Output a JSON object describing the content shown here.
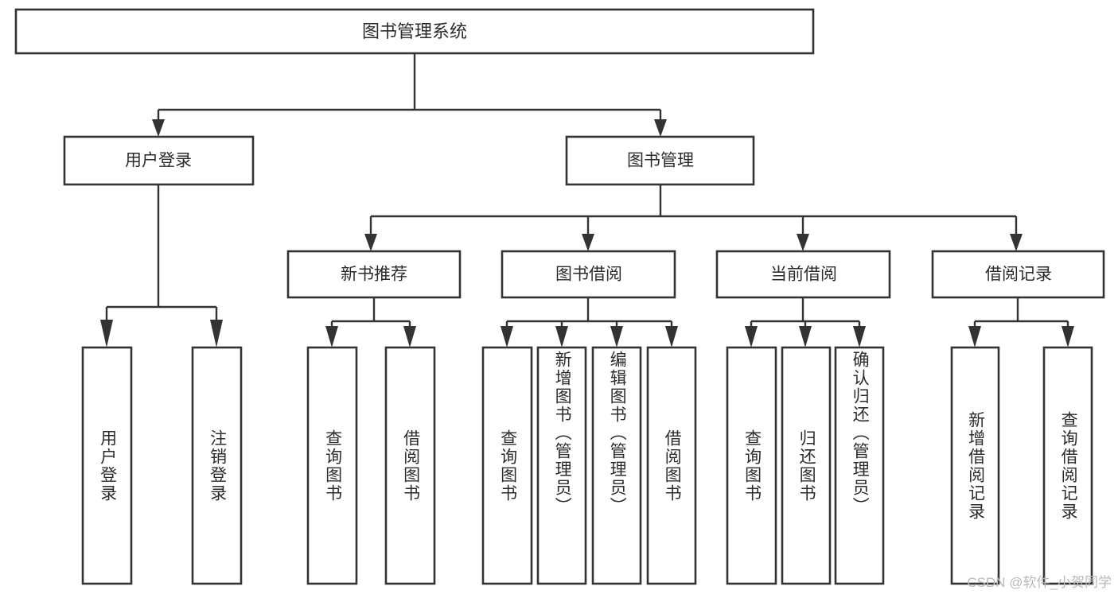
{
  "diagram": {
    "title": "图书管理系统",
    "type": "tree-hierarchy-flowchart",
    "root": {
      "id": "root",
      "label": "图书管理系统"
    },
    "level2": [
      {
        "id": "user-login",
        "label": "用户登录"
      },
      {
        "id": "book-manage",
        "label": "图书管理"
      }
    ],
    "level3": [
      {
        "id": "new-book-recommend",
        "label": "新书推荐",
        "parent": "book-manage"
      },
      {
        "id": "book-borrow",
        "label": "图书借阅",
        "parent": "book-manage"
      },
      {
        "id": "current-borrow",
        "label": "当前借阅",
        "parent": "book-manage"
      },
      {
        "id": "borrow-record",
        "label": "借阅记录",
        "parent": "book-manage"
      }
    ],
    "leaves": [
      {
        "id": "leaf-user-login",
        "label": "用户登录",
        "parent": "user-login"
      },
      {
        "id": "leaf-logout-login",
        "label": "注销登录",
        "parent": "user-login"
      },
      {
        "id": "leaf-query-book-1",
        "label": "查询图书",
        "parent": "new-book-recommend"
      },
      {
        "id": "leaf-borrow-book-1",
        "label": "借阅图书",
        "parent": "new-book-recommend"
      },
      {
        "id": "leaf-query-book-2",
        "label": "查询图书",
        "parent": "book-borrow"
      },
      {
        "id": "leaf-add-book",
        "label": "新增图书（管理员）",
        "parent": "book-borrow"
      },
      {
        "id": "leaf-edit-book",
        "label": "编辑图书（管理员）",
        "parent": "book-borrow"
      },
      {
        "id": "leaf-borrow-book-2",
        "label": "借阅图书",
        "parent": "book-borrow"
      },
      {
        "id": "leaf-query-book-3",
        "label": "查询图书",
        "parent": "current-borrow"
      },
      {
        "id": "leaf-return-book",
        "label": "归还图书",
        "parent": "current-borrow"
      },
      {
        "id": "leaf-confirm-return",
        "label": "确认归还（管理员）",
        "parent": "current-borrow"
      },
      {
        "id": "leaf-add-record",
        "label": "新增借阅记录",
        "parent": "borrow-record"
      },
      {
        "id": "leaf-query-record",
        "label": "查询借阅记录",
        "parent": "borrow-record"
      }
    ],
    "watermark": "CSDN @软件_小贺同学",
    "colors": {
      "stroke": "#333333",
      "background": "#ffffff",
      "text": "#2b2b2b",
      "watermark": "#b9b9b9"
    }
  }
}
